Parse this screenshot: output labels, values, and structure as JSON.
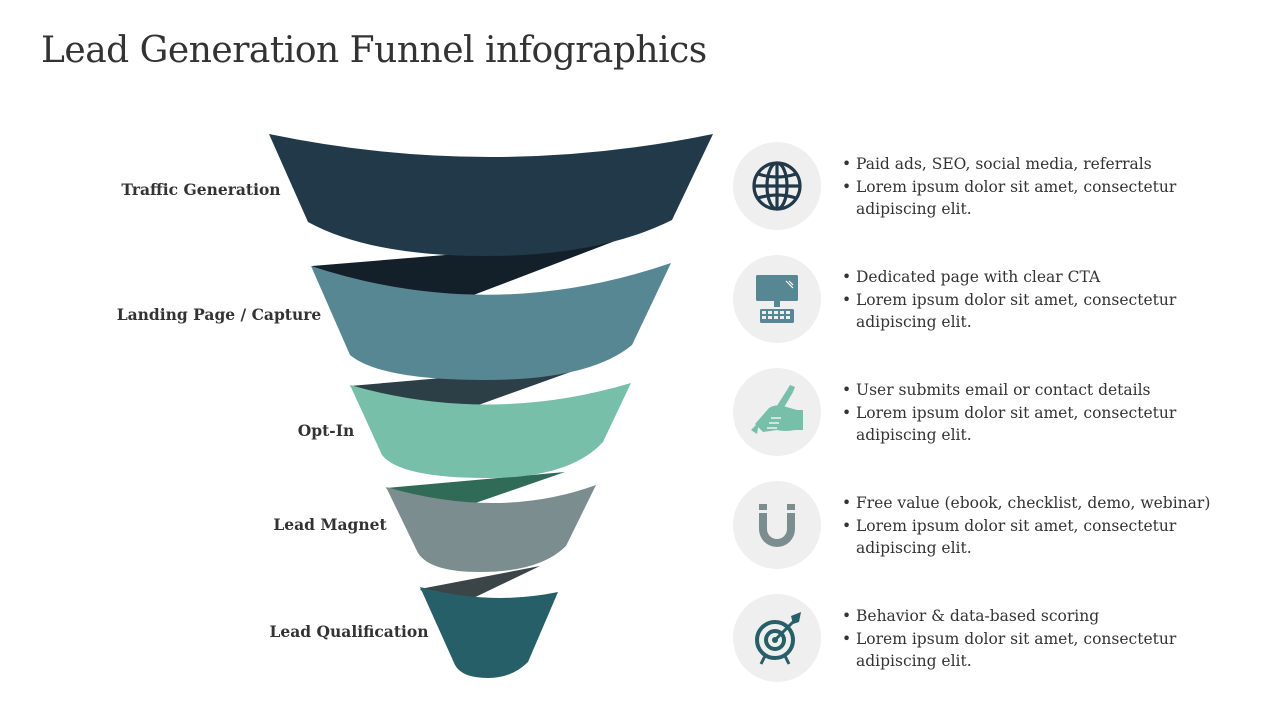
{
  "title": "Lead Generation Funnel infographics",
  "colors": {
    "background": "#ffffff",
    "text": "#333333",
    "icon_circle": "#efefef"
  },
  "stages": [
    {
      "label": "Traffic Generation",
      "color": "#22394a",
      "shade": "#13202a",
      "icon": "globe-icon",
      "bullets": [
        "Paid ads, SEO, social media, referrals",
        "Lorem ipsum dolor sit amet, consectetur",
        "adipiscing elit."
      ]
    },
    {
      "label": "Landing Page / Capture",
      "color": "#588794",
      "shade": "#2c3f47",
      "icon": "computer-icon",
      "bullets": [
        "Dedicated page with clear CTA",
        "Lorem ipsum dolor sit amet, consectetur",
        "adipiscing elit."
      ]
    },
    {
      "label": "Opt-In",
      "color": "#77bfa9",
      "shade": "#306b58",
      "icon": "hand-writing-icon",
      "bullets": [
        "User submits email or contact details",
        "Lorem ipsum dolor sit amet, consectetur",
        "adipiscing elit."
      ]
    },
    {
      "label": "Lead Magnet",
      "color": "#7b8d8e",
      "shade": "#3b4446",
      "icon": "magnet-icon",
      "bullets": [
        "Free value (ebook, checklist, demo, webinar)",
        "Lorem ipsum dolor sit amet, consectetur",
        "adipiscing elit."
      ]
    },
    {
      "label": "Lead Qualification",
      "color": "#265f67",
      "shade": "#1b4248",
      "icon": "target-icon",
      "bullets": [
        "Behavior & data-based scoring",
        "Lorem ipsum dolor sit amet, consectetur",
        "adipiscing elit."
      ]
    }
  ]
}
